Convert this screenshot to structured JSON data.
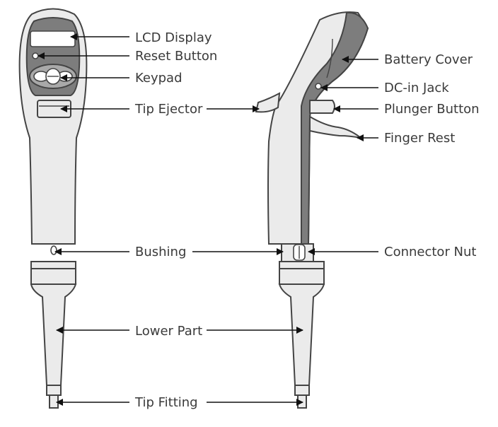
{
  "labels": {
    "lcd_display": "LCD Display",
    "reset_button": "Reset Button",
    "keypad": "Keypad",
    "tip_ejector": "Tip Ejector",
    "bushing": "Bushing",
    "lower_part": "Lower Part",
    "tip_fitting": "Tip Fitting",
    "battery_cover": "Battery Cover",
    "dc_in_jack": "DC-in Jack",
    "plunger_button": "Plunger Button",
    "finger_rest": "Finger Rest",
    "connector_nut": "Connector Nut"
  },
  "colors": {
    "body": "#ebebeb",
    "dark_panel": "#7d7d7d",
    "outline": "#444444",
    "text": "#3a3a3a"
  }
}
